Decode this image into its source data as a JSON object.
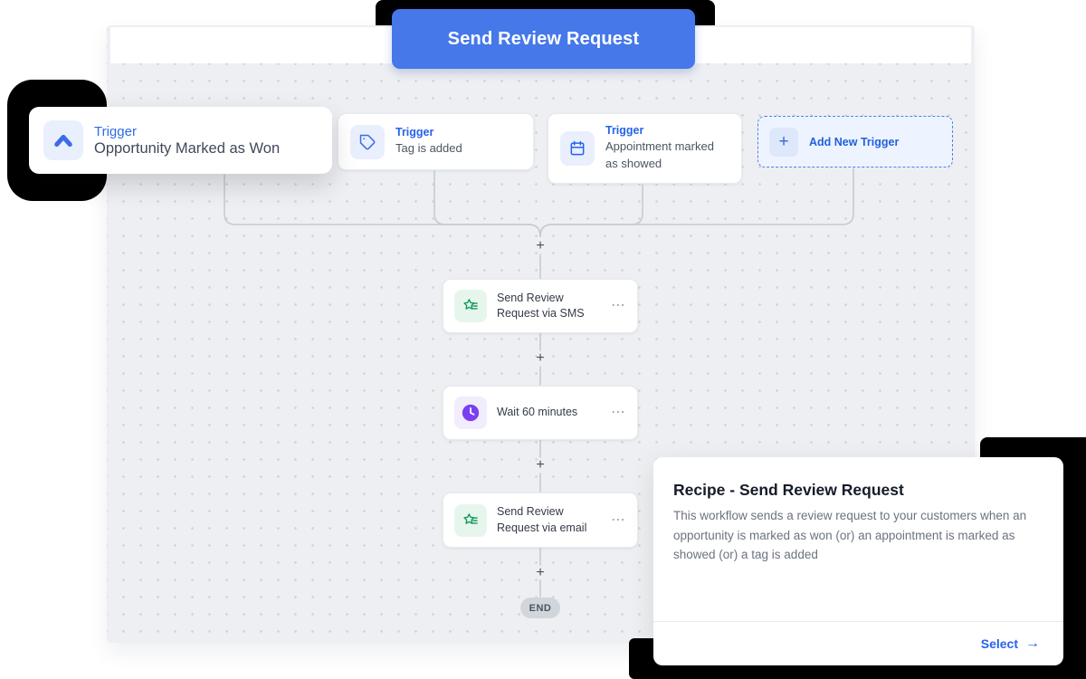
{
  "banner": {
    "title": "Send Review Request"
  },
  "triggers": [
    {
      "type_label": "Trigger",
      "title": "Opportunity Marked as Won",
      "icon": "chevron-up-icon"
    },
    {
      "type_label": "Trigger",
      "title": "Tag is added",
      "icon": "tag-icon"
    },
    {
      "type_label": "Trigger",
      "title": "Appointment marked as showed",
      "icon": "calendar-icon"
    }
  ],
  "add_trigger": {
    "label": "Add New Trigger",
    "plus_glyph": "+",
    "icon": "plus-icon"
  },
  "actions": [
    {
      "title": "Send Review Request via SMS",
      "icon": "review-star-icon"
    },
    {
      "title": "Wait 60 minutes",
      "icon": "clock-icon"
    },
    {
      "title": "Send Review Request via email",
      "icon": "review-star-icon"
    }
  ],
  "ui": {
    "plus_glyph": "+",
    "node_menu_glyph": "⋯",
    "end_label": "END"
  },
  "recipe_card": {
    "title": "Recipe - Send Review Request",
    "description": "This workflow sends a review request to your customers when an opportunity is marked as won (or) an appointment is marked as showed (or) a tag is added",
    "select_label": "Select",
    "select_arrow": "→"
  },
  "colors": {
    "accent_blue": "#2563eb",
    "banner_button": "#4678ea",
    "trigger_icon_blue": "#3b6ce8",
    "review_green": "#169a5f",
    "wait_purple": "#7b3ff2",
    "deco_black": "#000000",
    "canvas_bg": "#edeff2",
    "connector_gray": "#c5c9d0"
  }
}
